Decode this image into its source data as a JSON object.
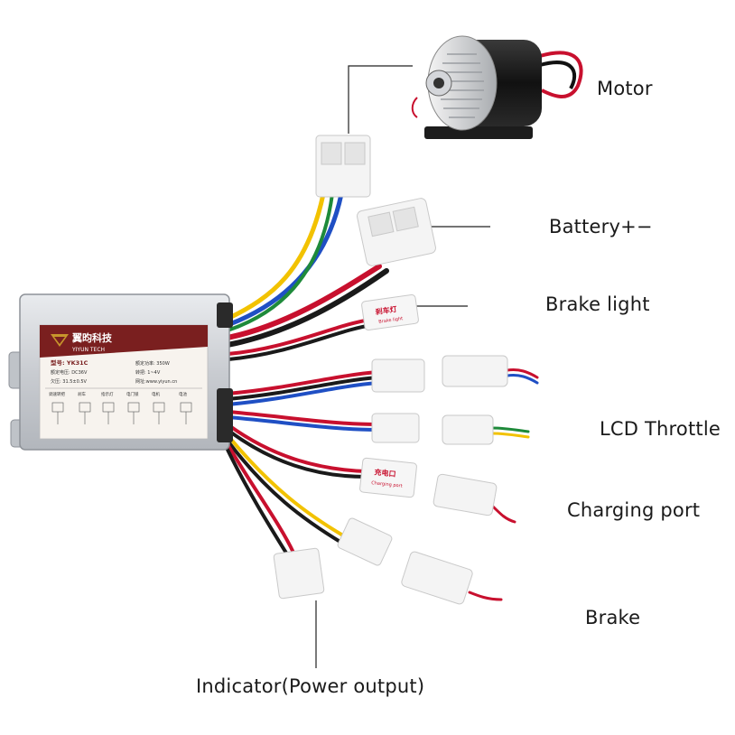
{
  "labels": {
    "motor": "Motor",
    "battery": "Battery+−",
    "brake_light": "Brake light",
    "lcd_throttle": "LCD Throttle",
    "charging_port": "Charging port",
    "brake": "Brake",
    "indicator": "Indicator(Power output)"
  },
  "controller": {
    "brand_cn": "翼昀科技",
    "brand_en": "YIYUN TECH",
    "model": "型号: YK31C",
    "rated_power": "额定功率: 350W",
    "rated_voltage": "额定电压: DC36V",
    "throttle": "转把: 1~4V",
    "undervoltage": "欠压: 31.5±0.5V",
    "website": "网址:www.yiyun.cn",
    "terminals": [
      "调速转把",
      "刹车",
      "指示灯",
      "电门锁",
      "电机",
      "电池"
    ]
  },
  "connector_tags": {
    "brake_light_cn": "刹车灯",
    "brake_light_en": "Brake light",
    "charging_cn": "充电口",
    "charging_en": "Charging port"
  },
  "colors": {
    "housing": "#cfd2d6",
    "label_red": "#7a1f1f",
    "wire_yellow": "#f2c200",
    "wire_blue": "#1f4fc4",
    "wire_red": "#c8102e",
    "wire_black": "#1a1a1a",
    "connector": "#f4f4f4"
  }
}
